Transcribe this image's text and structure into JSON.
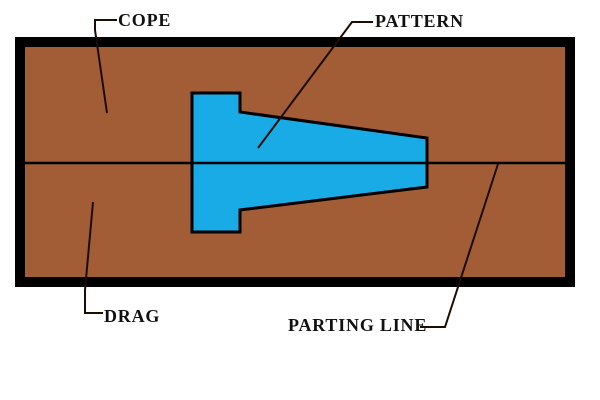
{
  "diagram": {
    "description": "Sand casting mold cross-section diagram",
    "labels": {
      "cope": "COPE",
      "pattern": "PATTERN",
      "drag": "DRAG",
      "parting_line": "PARTING LINE"
    },
    "colors": {
      "sand": "#A25D37",
      "pattern_fill": "#18ABE6",
      "outline": "#000000",
      "background": "#FFFFFF"
    }
  }
}
